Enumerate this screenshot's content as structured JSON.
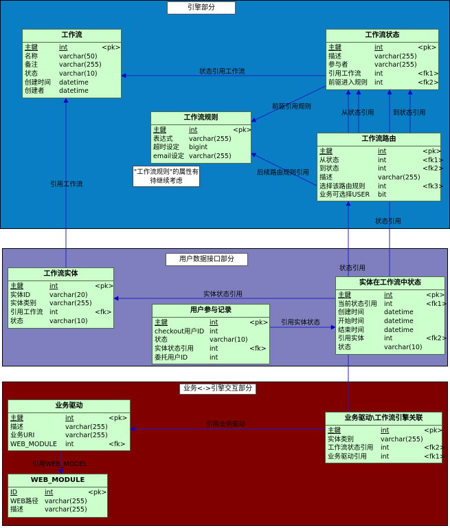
{
  "regions": {
    "engine": {
      "label": "引擎部分",
      "color": "#0a7ec4"
    },
    "user": {
      "label": "用户数据接口部分",
      "color": "#7f7fbf"
    },
    "business": {
      "label": "业务<->引擎交互部分",
      "color": "#800000"
    }
  },
  "tables": {
    "workflow": {
      "title": "工作流",
      "rows": [
        {
          "name": "主鍵",
          "type": "int",
          "key": "<pk>",
          "pk": true
        },
        {
          "name": "名称",
          "type": "varchar(50)",
          "key": ""
        },
        {
          "name": "备注",
          "type": "varchar(255)",
          "key": ""
        },
        {
          "name": "状态",
          "type": "varchar(10)",
          "key": ""
        },
        {
          "name": "创建时间",
          "type": "datetime",
          "key": ""
        },
        {
          "name": "创建者",
          "type": "datetime",
          "key": ""
        }
      ]
    },
    "workflow_state": {
      "title": "工作流状态",
      "rows": [
        {
          "name": "主鍵",
          "type": "int",
          "key": "<pk>",
          "pk": true
        },
        {
          "name": "描述",
          "type": "varchar(255)",
          "key": ""
        },
        {
          "name": "参与者",
          "type": "varchar(255)",
          "key": ""
        },
        {
          "name": "引用工作流",
          "type": "int",
          "key": "<fk1>"
        },
        {
          "name": "前驱进入规则",
          "type": "int",
          "key": "<fk2>"
        }
      ]
    },
    "workflow_rule": {
      "title": "工作流规则",
      "rows": [
        {
          "name": "主鍵",
          "type": "int",
          "key": "<pk>",
          "pk": true
        },
        {
          "name": "表达式",
          "type": "varchar(255)",
          "key": ""
        },
        {
          "name": "超时设定",
          "type": "bigint",
          "key": ""
        },
        {
          "name": "email设定",
          "type": "varchar(255)",
          "key": ""
        }
      ]
    },
    "workflow_route": {
      "title": "工作流路由",
      "rows": [
        {
          "name": "主鍵",
          "type": "int",
          "key": "<pk>",
          "pk": true
        },
        {
          "name": "从状态",
          "type": "int",
          "key": "<fk1>"
        },
        {
          "name": "到状态",
          "type": "int",
          "key": "<fk2>"
        },
        {
          "name": "描述",
          "type": "varchar(255)",
          "key": ""
        },
        {
          "name": "选择该路由规则",
          "type": "int",
          "key": "<fk3>"
        },
        {
          "name": "业务可选择USER",
          "type": "bit",
          "key": ""
        }
      ]
    },
    "workflow_entity": {
      "title": "工作流实体",
      "rows": [
        {
          "name": "主鍵",
          "type": "int",
          "key": "<pk>",
          "pk": true
        },
        {
          "name": "实体ID",
          "type": "varchar(20)",
          "key": ""
        },
        {
          "name": "实体类别",
          "type": "varchar(255)",
          "key": ""
        },
        {
          "name": "引用工作流",
          "type": "int",
          "key": "<fk>"
        },
        {
          "name": "状态",
          "type": "varchar(10)",
          "key": ""
        }
      ]
    },
    "user_record": {
      "title": "用户参与记录",
      "rows": [
        {
          "name": "主鍵",
          "type": "int",
          "key": "<pk>",
          "pk": true
        },
        {
          "name": "checkout用户ID",
          "type": "int",
          "key": ""
        },
        {
          "name": "状态",
          "type": "varchar(10)",
          "key": ""
        },
        {
          "name": "实体状态引用",
          "type": "int",
          "key": "<fk>"
        },
        {
          "name": "委托用户ID",
          "type": "int",
          "key": ""
        }
      ]
    },
    "entity_state": {
      "title": "实体在工作流中状态",
      "rows": [
        {
          "name": "主鍵",
          "type": "int",
          "key": "<pk>",
          "pk": true
        },
        {
          "name": "当前状态引用",
          "type": "int",
          "key": "<fk1>"
        },
        {
          "name": "创建时间",
          "type": "datetime",
          "key": ""
        },
        {
          "name": "开始时间",
          "type": "datetime",
          "key": ""
        },
        {
          "name": "结束时间",
          "type": "datetime",
          "key": ""
        },
        {
          "name": "引用实体",
          "type": "int",
          "key": "<fk2>"
        },
        {
          "name": "状态",
          "type": "varchar(10)",
          "key": ""
        }
      ]
    },
    "biz_driver": {
      "title": "业务驱动",
      "rows": [
        {
          "name": "主鍵",
          "type": "int",
          "key": "<pk>",
          "pk": true
        },
        {
          "name": "描述",
          "type": "varchar(255)",
          "key": ""
        },
        {
          "name": "业务URI",
          "type": "varchar(255)",
          "key": ""
        },
        {
          "name": "WEB_MODULE",
          "type": "int",
          "key": "<fk>"
        }
      ]
    },
    "web_module": {
      "title": "WEB_MODULE",
      "rows": [
        {
          "name": "ID",
          "type": "int",
          "key": "<pk>",
          "pk": true
        },
        {
          "name": "WEB路径",
          "type": "varchar(255)",
          "key": ""
        },
        {
          "name": "描述",
          "type": "varchar(255)",
          "key": ""
        }
      ]
    },
    "biz_link": {
      "title": "业务驱动\\工作流引擎关联",
      "rows": [
        {
          "name": "主鍵",
          "type": "int",
          "key": "<pk>",
          "pk": true
        },
        {
          "name": "实体类别",
          "type": "varchar(255)",
          "key": ""
        },
        {
          "name": "工作流状态引用",
          "type": "int",
          "key": "<fk2>"
        },
        {
          "name": "业务驱动引用",
          "type": "int",
          "key": "<fk1>"
        }
      ]
    }
  },
  "note": {
    "line1": "\"工作流规则\"的属性有",
    "line2": "待继续考虑"
  },
  "relations": {
    "state_ref_workflow": "状态引用工作流",
    "pred_rule": "前驱引用规则",
    "from_state": "从状态引用",
    "to_state": "到状态引用",
    "route_rule": "后续路由规则引用",
    "ref_workflow": "引用工作流",
    "state_ref_1": "状态引用",
    "state_ref_2": "状态引用",
    "entity_state_ref": "实体状态引用",
    "ref_entity_state": "引用实体状态",
    "ref_biz_driver": "引用业务驱动",
    "ref_web_module": "引用WEB_MODEL"
  }
}
